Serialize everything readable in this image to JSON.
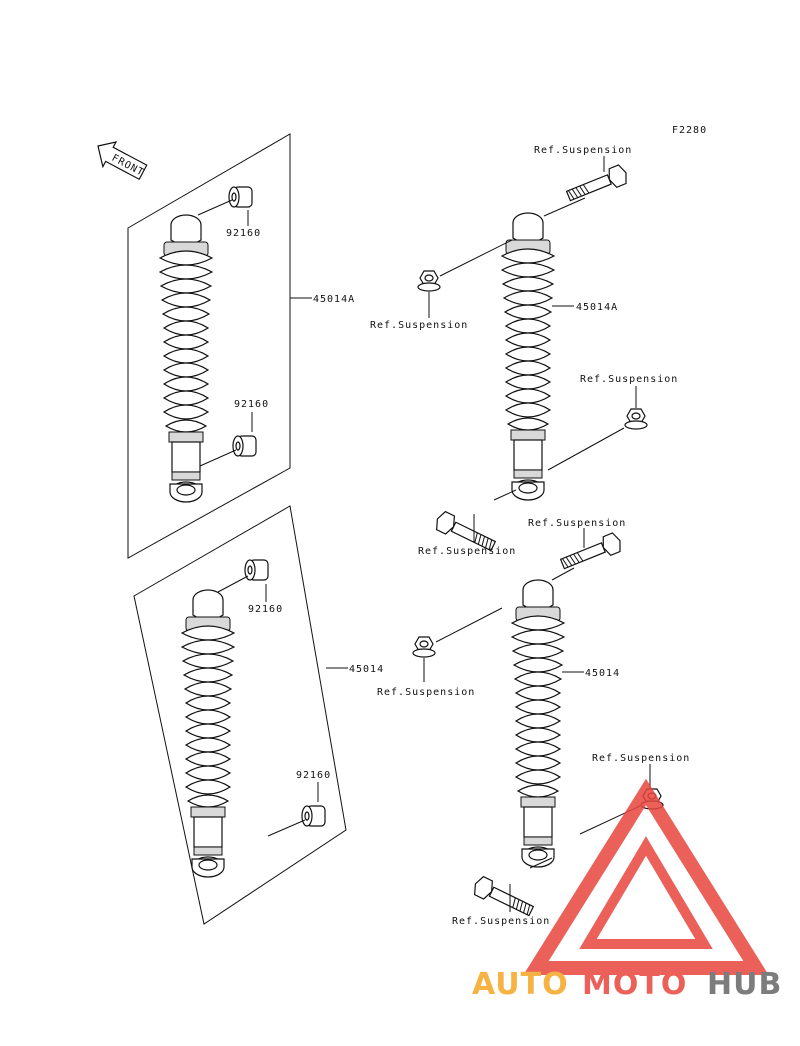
{
  "figure_code": "F2280",
  "front_label": "FRONT",
  "labels": {
    "p45014A": "45014A",
    "p45014": "45014",
    "p92160": "92160",
    "ref": "Ref.Suspension"
  },
  "watermark": {
    "part1": "AUTO",
    "part2": "MOTO",
    "part3": "HUB",
    "color_orange": "#f5a623",
    "color_red": "#e8453c",
    "color_grey": "#666666"
  }
}
